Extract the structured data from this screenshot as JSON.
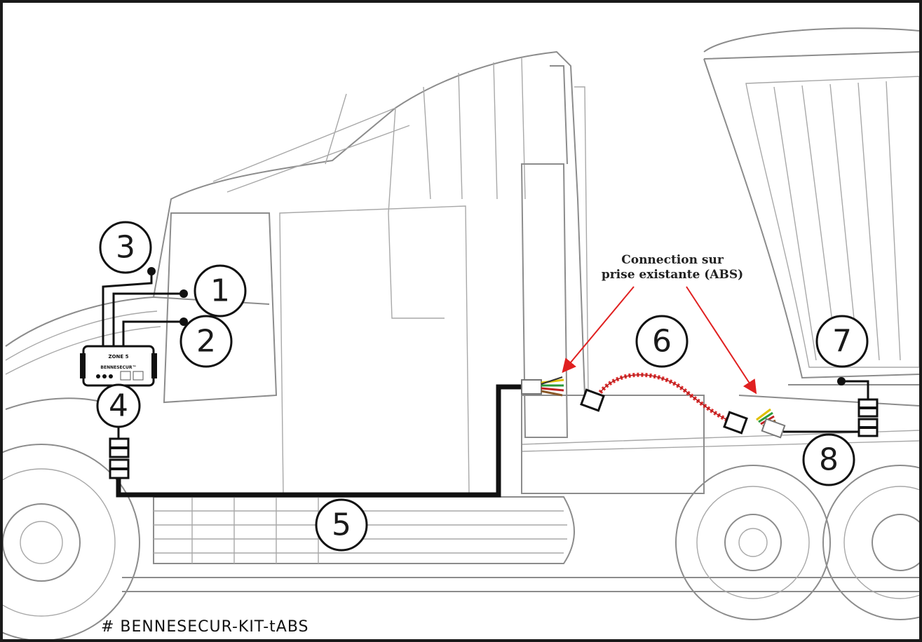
{
  "caption": "# BENNESECUR-KIT-tABS",
  "callout": {
    "line1": "Connection sur",
    "line2": "prise existante (ABS)"
  },
  "module": {
    "brand": "ZONE 5",
    "name": "BENNESECUR™"
  },
  "markers": [
    "1",
    "2",
    "3",
    "4",
    "5",
    "6",
    "7",
    "8"
  ],
  "colors": {
    "harness": "#111111",
    "coil_cable": "#e03030",
    "arrow": "#e02020",
    "truck_outline": "#8c8c8c"
  }
}
